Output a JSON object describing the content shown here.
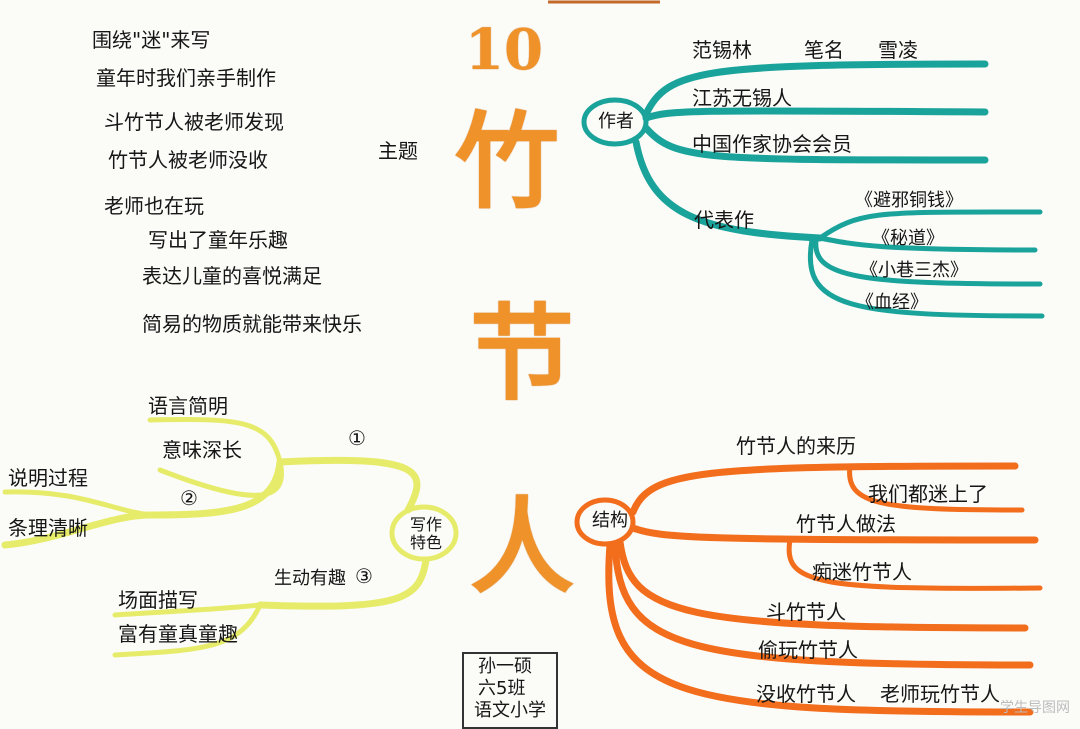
{
  "title": {
    "number": "10",
    "chars": [
      "竹",
      "节",
      "人"
    ]
  },
  "theme": {
    "label": "主题",
    "lines": [
      "围绕\"迷\"来写",
      "童年时我们亲手制作",
      "斗竹节人被老师发现",
      "竹节人被老师没收",
      "老师也在玩",
      "写出了童年乐趣",
      "表达儿童的喜悦满足",
      "简易的物质就能带来快乐"
    ]
  },
  "author": {
    "hub": "作者",
    "name": "范锡林",
    "pen_label": "笔名",
    "pen_name": "雪凌",
    "origin": "江苏无锡人",
    "member": "中国作家协会会员",
    "works_label": "代表作",
    "works": [
      "《避邪铜钱》",
      "《秘道》",
      "《小巷三杰》",
      "《血经》"
    ]
  },
  "structure": {
    "hub": "结构",
    "items": [
      "竹节人的来历",
      "我们都迷上了",
      "竹节人做法",
      "痴迷竹节人",
      "斗竹节人",
      "偷玩竹节人",
      "没收竹节人",
      "老师玩竹节人"
    ]
  },
  "writing": {
    "hub": "写作特色",
    "n1": "①",
    "n2": "②",
    "n3": "③",
    "b1_a": "语言简明",
    "b1_b": "意味深长",
    "b2_a": "说明过程",
    "b2_b": "条理清晰",
    "b3_label": "生动有趣",
    "b3_a": "场面描写",
    "b3_b": "富有童真童趣"
  },
  "stamp": [
    "孙一硕",
    "六5班",
    "语文小学"
  ],
  "watermark": "学生导图网",
  "colors": {
    "title": "#f0922a",
    "teal": "#1aa39a",
    "orange": "#f26d1c",
    "yellow": "#e6ec6a"
  }
}
